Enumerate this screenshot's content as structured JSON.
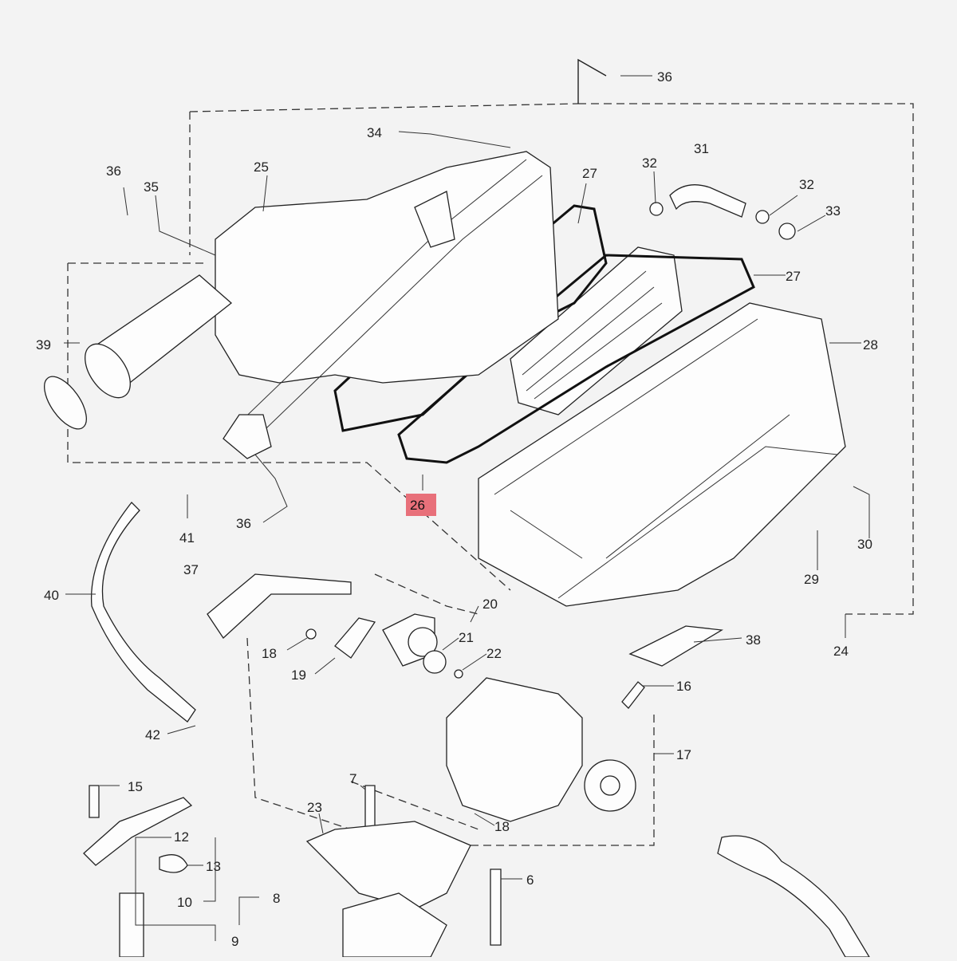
{
  "labels": {
    "l36a": "36",
    "l34": "34",
    "l36b": "36",
    "l35": "35",
    "l25": "25",
    "l27a": "27",
    "l32a": "32",
    "l31": "31",
    "l32b": "32",
    "l33": "33",
    "l27b": "27",
    "l28": "28",
    "l39": "39",
    "l26": "26",
    "l36c": "36",
    "l41": "41",
    "l30": "30",
    "l29": "29",
    "l37": "37",
    "l40": "40",
    "l20": "20",
    "l21": "21",
    "l22": "22",
    "l18a": "18",
    "l19": "19",
    "l38": "38",
    "l24": "24",
    "l16": "16",
    "l17": "17",
    "l42": "42",
    "l15": "15",
    "l7": "7",
    "l23": "23",
    "l12": "12",
    "l13": "13",
    "l18b": "18",
    "l6": "6",
    "l10": "10",
    "l8": "8",
    "l9": "9"
  },
  "highlight": {
    "part": "26",
    "color": "#e8707a"
  }
}
